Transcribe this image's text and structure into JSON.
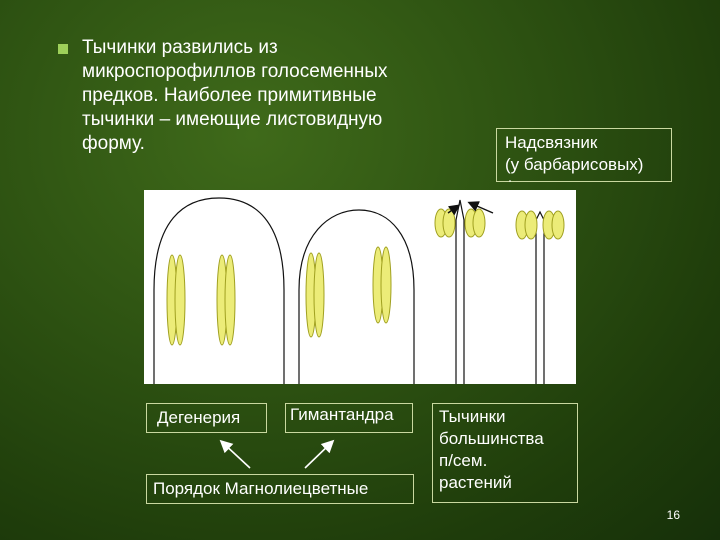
{
  "bullet": {
    "lines": [
      "Тычинки развились из",
      "микроспорофиллов голосеменных",
      "предков. Наиболее примитивные",
      "тычинки – имеющие листовидную",
      "форму."
    ]
  },
  "labels": {
    "connective": [
      "Надсвязник",
      "(у барбарисовых)"
    ],
    "degeneria": "Дегенерия",
    "himantandra": "Гимантандра",
    "order": "Порядок Магнолиецветные",
    "most": [
      "Тычинки",
      "большинства",
      "п/сем.",
      "растений"
    ]
  },
  "page_number": "16",
  "colors": {
    "background": "#2e5312",
    "bullet": "#9ed05a",
    "anther_fill": "#ecec78",
    "anther_stroke": "#a0a020",
    "box_border": "#c9d8a0"
  }
}
